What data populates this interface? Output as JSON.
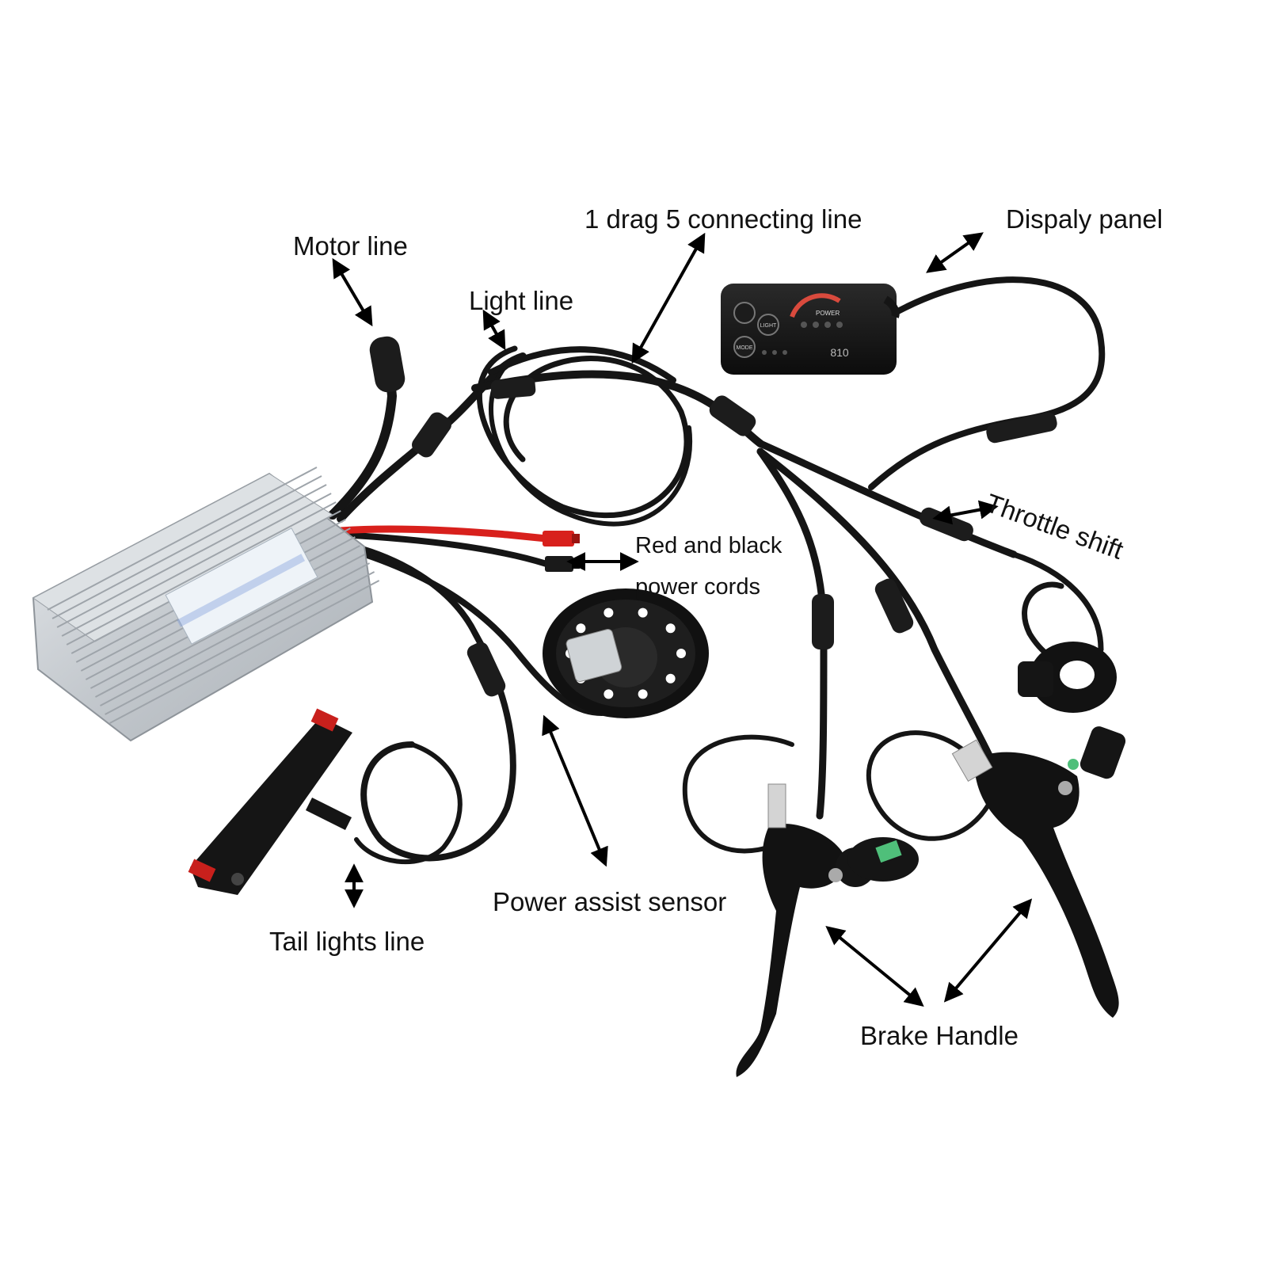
{
  "labels": {
    "motor_line": "Motor line",
    "light_line": "Light line",
    "connecting_line": "1 drag 5 connecting line",
    "display_panel": "Dispaly panel",
    "throttle_shift": "Throttle shift",
    "power_cords_line1": "Red and black",
    "power_cords_line2": "power cords",
    "power_assist_sensor": "Power assist sensor",
    "tail_lights_line": "Tail lights line",
    "brake_handle": "Brake Handle"
  },
  "display": {
    "power_text": "POWER",
    "light_button": "LIGHT",
    "mode_button": "MODE",
    "model_number": "810"
  },
  "colors": {
    "cable": "#151515",
    "controller": "#c8ccd0",
    "red_wire": "#d8201c",
    "tail_light_red": "#c8201c",
    "brake_tag": "#4fbf7a"
  }
}
